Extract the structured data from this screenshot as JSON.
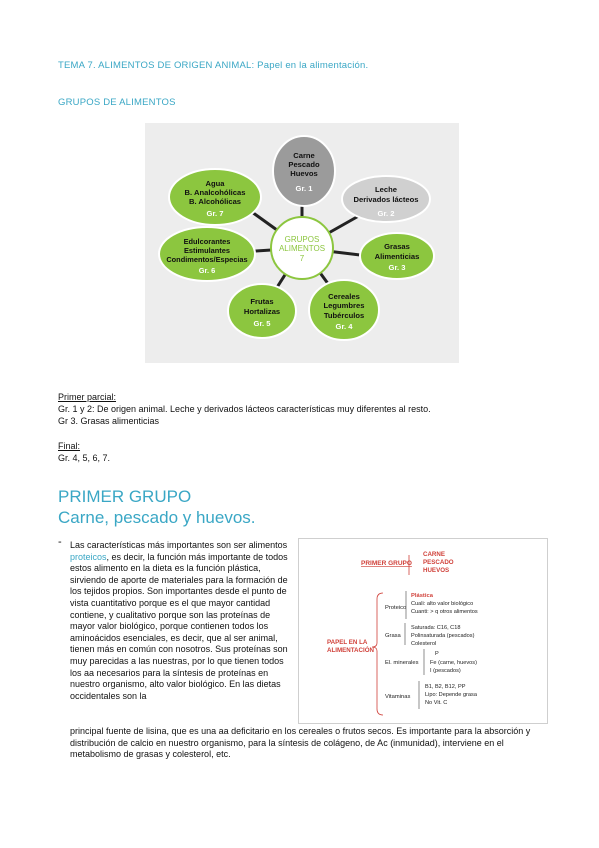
{
  "header": {
    "tema": "TEMA 7. ALIMENTOS DE ORIGEN ANIMAL: Papel en la alimentación.",
    "grupos": "GRUPOS DE ALIMENTOS"
  },
  "wheel": {
    "center": [
      "GRUPOS",
      "ALIMENTOS",
      "7"
    ],
    "groups": [
      {
        "lines": [
          "Carne",
          "Pescado",
          "Huevos"
        ],
        "tag": "Gr. 1",
        "color": "#9b9b9b"
      },
      {
        "lines": [
          "Leche",
          "Derivados lácteos"
        ],
        "tag": "Gr. 2",
        "color": "#c9c9c9"
      },
      {
        "lines": [
          "Grasas",
          "Alimenticias"
        ],
        "tag": "Gr. 3",
        "color": "#8cc63f"
      },
      {
        "lines": [
          "Cereales",
          "Legumbres",
          "Tubérculos"
        ],
        "tag": "Gr. 4",
        "color": "#8cc63f"
      },
      {
        "lines": [
          "Frutas",
          "Hortalizas"
        ],
        "tag": "Gr. 5",
        "color": "#8cc63f"
      },
      {
        "lines": [
          "Edulcorantes",
          "Estimulantes",
          "Condimentos/Especias"
        ],
        "tag": "Gr. 6",
        "color": "#8cc63f"
      },
      {
        "lines": [
          "Agua",
          "B. Analcohólicas",
          "B. Alcohólicas"
        ],
        "tag": "Gr. 7",
        "color": "#8cc63f"
      }
    ]
  },
  "parciales": {
    "primer_label": "Primer parcial:",
    "primer_l1": "Gr. 1 y 2: De origen animal. Leche y derivados lácteos características muy diferentes al resto.",
    "primer_l2": "Gr 3. Grasas alimenticias",
    "final_label": "Final:",
    "final_l1": "Gr. 4, 5, 6, 7."
  },
  "grupo": {
    "title": "PRIMER GRUPO",
    "subtitle": "Carne, pescado y huevos.",
    "bullet": "-",
    "p_pre": "Las características más importantes son ser alimentos ",
    "p_link": "proteicos",
    "p_post": ", es decir, la función más importante de todos estos alimento en la dieta es la función plástica, sirviendo de aporte de materiales para la formación de los tejidos propios. Son importantes desde el punto de vista cuantitativo porque es el que mayor cantidad contiene, y cualitativo porque son las proteínas de mayor valor biológico, porque contienen todos los aminoácidos esenciales, es decir, que al ser animal, tienen más en común con nosotros. Sus proteínas son muy parecidas a las nuestras, por lo que tienen todos los aa necesarios para la síntesis de proteínas en nuestro organismo, alto valor biológico. En las dietas occidentales son la",
    "p_cont": "principal fuente de lisina, que es una aa deficitario en los cereales o frutos secos. Es importante para la absorción y distribución de calcio en nuestro organismo, para la síntesis de colágeno, de Ac (inmunidad), interviene en el metabolismo de grasas y colesterol, etc."
  },
  "diagram": {
    "primer": "PRIMER GRUPO",
    "carne": [
      "CARNE",
      "PESCADO",
      "HUEVOS"
    ],
    "papel": [
      "PAPEL EN LA",
      "ALIMENTACIÓN"
    ],
    "proteico": "Proteico",
    "plastica": "Plástica",
    "cuali": "Cuali: alto valor biológico",
    "cuanti": "Cuanti: > q otros alimentos",
    "grasa": "Grasa",
    "saturada": "Saturada: C16, C18",
    "poli": "Polinsaturada (pescados)",
    "colesterol": "Colesterol",
    "minerales": "El. minerales",
    "p": "P",
    "fe": "Fe (carne, huevos)",
    "i": "I (pescados)",
    "vitaminas": "Vitaminas",
    "vit_b": "B1, B2, B12, PP",
    "lipo": "Lipo: Depende grasa",
    "novit": "No Vit. C"
  }
}
